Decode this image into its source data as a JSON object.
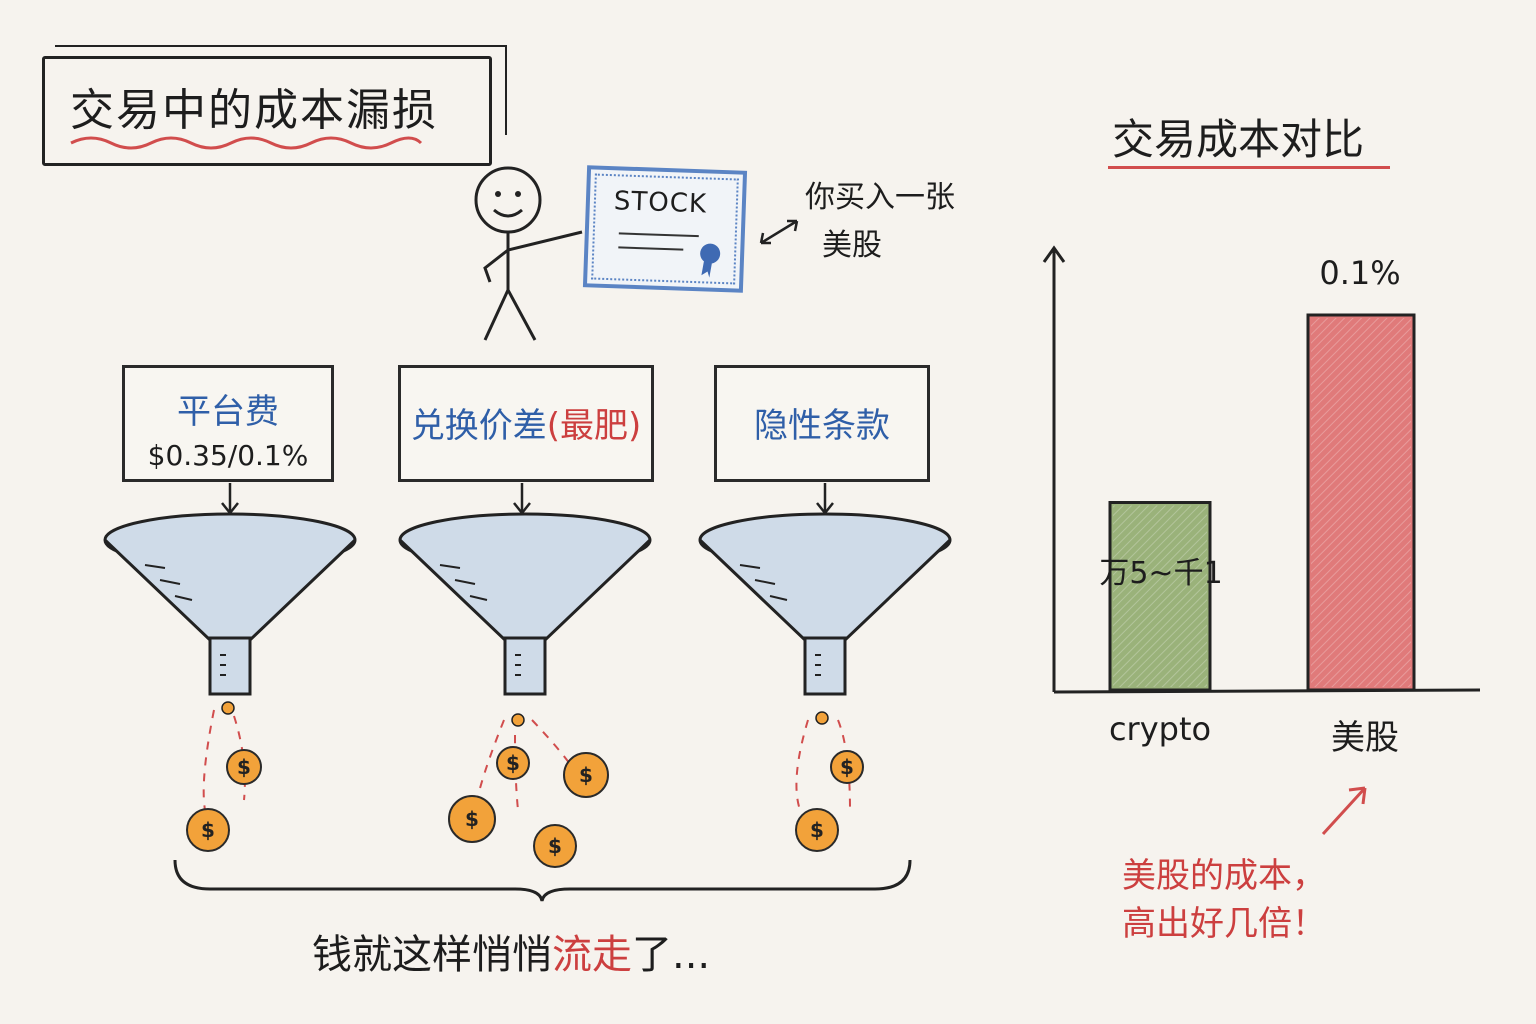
{
  "title": "交易中的成本漏损",
  "certificate": {
    "label": "STOCK"
  },
  "buy_note": {
    "line1": "你买入一张",
    "line2": "美股"
  },
  "fees": [
    {
      "label_main": "平台费",
      "label_extra": "",
      "sub": "$0.35/0.1%"
    },
    {
      "label_main": "兑换价差",
      "label_extra": "(最肥)",
      "sub": ""
    },
    {
      "label_main": "隐性条款",
      "label_extra": "",
      "sub": ""
    }
  ],
  "coin_symbol": "$",
  "summary": {
    "prefix": "钱就这样悄悄",
    "highlight": "流走",
    "suffix": "了..."
  },
  "chart_data": {
    "type": "bar",
    "title": "交易成本对比",
    "categories": [
      "crypto",
      "美股"
    ],
    "series": [
      {
        "values": [
          0.05,
          0.1
        ]
      }
    ],
    "data_labels": [
      "万5~千1",
      "0.1%"
    ],
    "colors": [
      "#9ab27a",
      "#e07a7a"
    ],
    "ylim": [
      0,
      0.12
    ],
    "grid": false
  },
  "annotation": {
    "line1": "美股的成本，",
    "line2": "高出好几倍！"
  },
  "colors": {
    "accent_red": "#cc3f3f",
    "accent_blue": "#2f5fa8",
    "funnel": "#cfdbe8",
    "coin": "#f2a23a"
  }
}
